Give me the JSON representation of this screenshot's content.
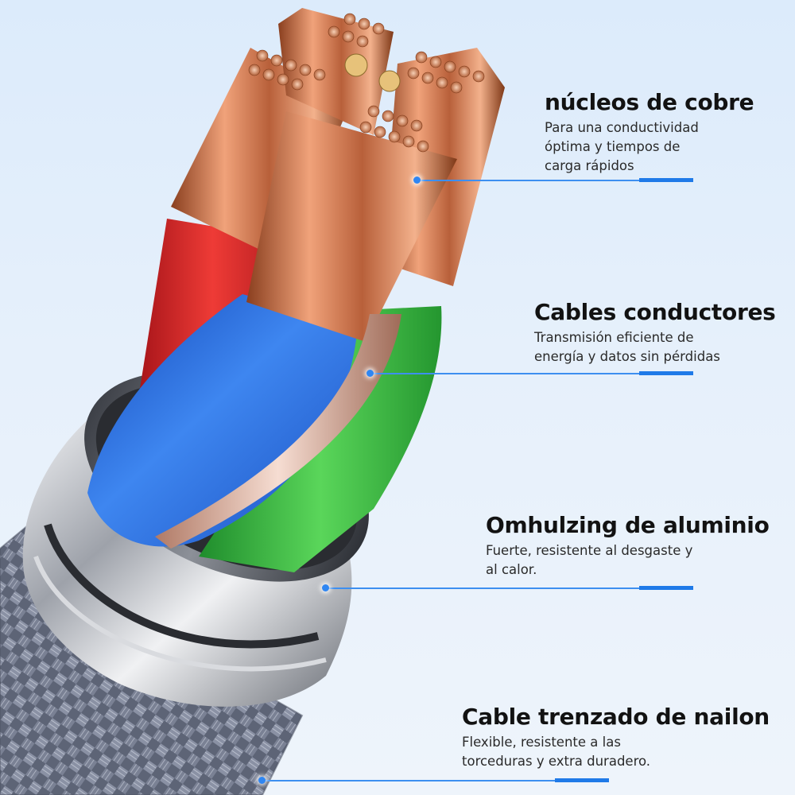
{
  "callouts": [
    {
      "id": "copper-cores",
      "icon": "copper-strands-icon",
      "title": "núcleos de cobre",
      "lines": [
        "Para una conductividad",
        "óptima y tiempos de",
        "carga rápidos"
      ]
    },
    {
      "id": "conductor-wires",
      "icon": "insulated-wire-icon",
      "title": "Cables conductores",
      "lines": [
        "Transmisión eficiente de",
        "energía y datos sin pérdidas"
      ]
    },
    {
      "id": "aluminium-shell",
      "icon": "aluminium-ring-icon",
      "title": "Omhulzing de aluminio",
      "lines": [
        "Fuerte, resistente al desgaste y",
        "al calor."
      ]
    },
    {
      "id": "nylon-braid",
      "icon": "braided-sleeve-icon",
      "title": "Cable trenzado de nailon",
      "lines": [
        "Flexible, resistente a las",
        "torceduras y extra duradero."
      ]
    }
  ],
  "colors": {
    "background": "#dcebfb",
    "accent_line": "#1f7ae8",
    "copper": "#c9714a",
    "wire_red": "#d8262a",
    "wire_blue": "#1f63d8",
    "wire_green": "#33b43d",
    "aluminium": "#b9bcc2",
    "braid": "#6f7688"
  }
}
